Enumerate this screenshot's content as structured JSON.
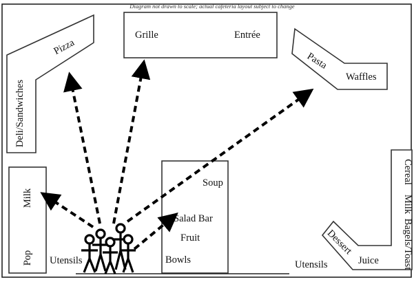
{
  "note": "Diagram not drawn to scale; actual cafeteria layout subject to change",
  "stations": {
    "pizza": "Pizza",
    "deli": "Deli/Sandwiches",
    "grille": "Grille",
    "entree": "Entrée",
    "pasta": "Pasta",
    "waffles": "Waffles",
    "milk": "Milk",
    "pop": "Pop",
    "utensils_left": "Utensils",
    "soup": "Soup",
    "salad_bar": "Salad Bar",
    "fruit": "Fruit",
    "bowls": "Bowls",
    "cereal": "Cereal",
    "milk_right": "Milk",
    "bagels_toast": "Bagels/Toast",
    "dessert": "Dessert",
    "juice": "Juice",
    "utensils_right": "Utensils"
  }
}
